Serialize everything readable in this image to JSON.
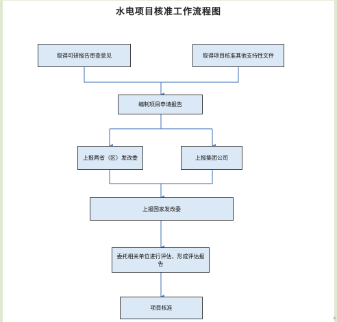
{
  "title": "水电项目核准工作流程图",
  "nodes": {
    "n1": "取得可研报告审查意见",
    "n2": "取得项目核准其他支持性文件",
    "n3": "编制项目申请报告",
    "n4": "上报两省（区）发改委",
    "n5": "上报集团公司",
    "n6": "上报国家发改委",
    "n7": "委托相关单位进行评估，形成评估报告",
    "n8": "项目核准"
  },
  "colors": {
    "box_fill": "#dbe8f5",
    "box_border": "#3f3f3f",
    "connector": "#5b86c0",
    "frame": "#dfe8d0"
  },
  "corner_mark": "a"
}
